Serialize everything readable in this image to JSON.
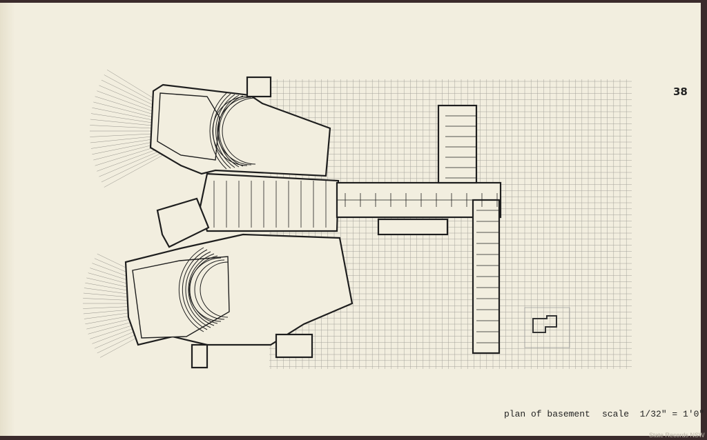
{
  "sheet": {
    "page_number": "38",
    "caption": "plan of basement",
    "scale": "scale  1/32\" = 1'0\"",
    "watermark": "State Records NSW"
  },
  "colors": {
    "paper": "#f2eedf",
    "ink": "#1e1e1e",
    "binding": "#3b2b2c"
  }
}
